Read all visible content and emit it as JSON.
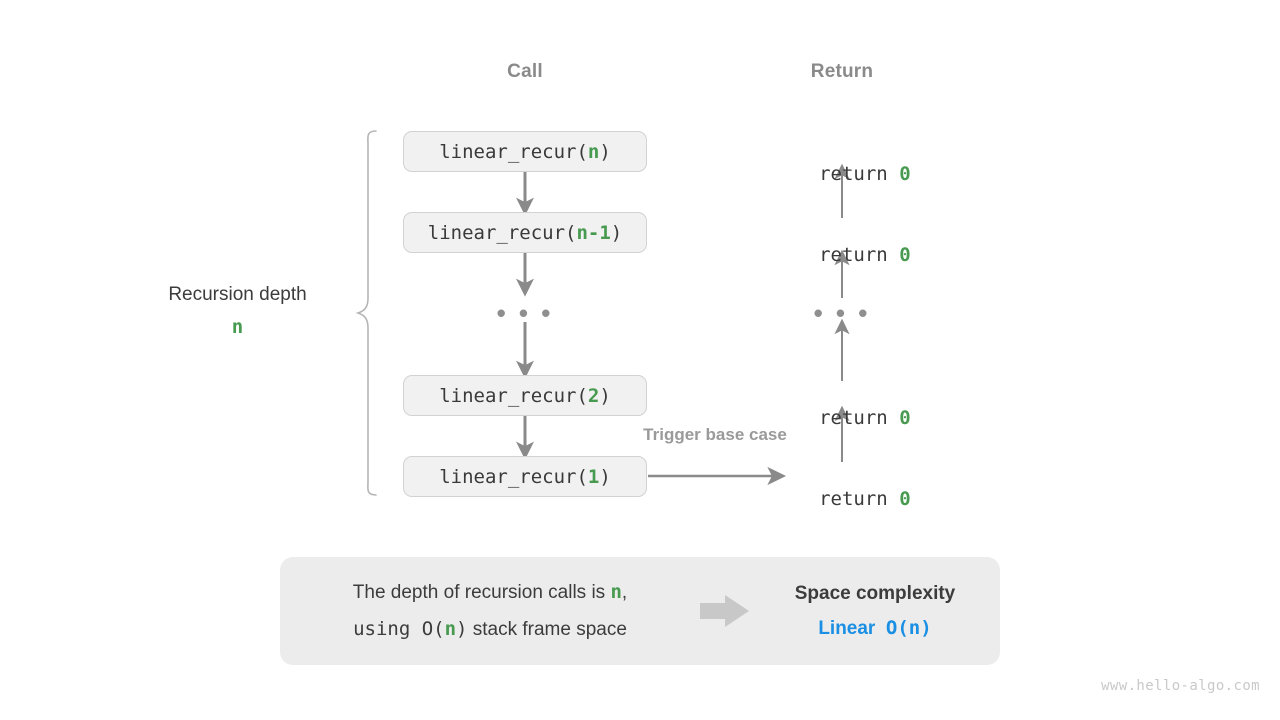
{
  "columns": {
    "call_header": "Call",
    "return_header": "Return"
  },
  "recursion_depth": {
    "label": "Recursion depth",
    "value": "n"
  },
  "call_stack": [
    {
      "prefix": "linear_recur(",
      "arg": "n",
      "suffix": ")"
    },
    {
      "prefix": "linear_recur(",
      "arg": "n-1",
      "suffix": ")"
    },
    {
      "prefix": "linear_recur(",
      "arg": "2",
      "suffix": ")"
    },
    {
      "prefix": "linear_recur(",
      "arg": "1",
      "suffix": ")"
    }
  ],
  "returns": [
    {
      "text": "return ",
      "value": "0"
    },
    {
      "text": "return ",
      "value": "0"
    },
    {
      "text": "return ",
      "value": "0"
    },
    {
      "text": "return ",
      "value": "0"
    }
  ],
  "ellipsis": "• • •",
  "trigger_note": "Trigger base case",
  "banner": {
    "line1_a": "The depth of recursion calls is ",
    "line1_hl": "n",
    "line1_b": ",",
    "line2_a": "using O(",
    "line2_hl": "n",
    "line2_b": ") stack frame space",
    "arrow_icon": "right-arrow-icon",
    "title": "Space complexity",
    "value_word": "Linear",
    "value_notation": "O(n)"
  },
  "watermark": "www.hello-algo.com",
  "colors": {
    "accent_green": "#479a4f",
    "accent_blue": "#1a8fe3",
    "arrow_gray": "#8a8a8a",
    "box_fill": "#f1f1f1",
    "box_border": "#d2d2d2",
    "banner_fill": "#ececec",
    "header_gray": "#8a8a8a",
    "watermark_gray": "#c9c9c9"
  }
}
